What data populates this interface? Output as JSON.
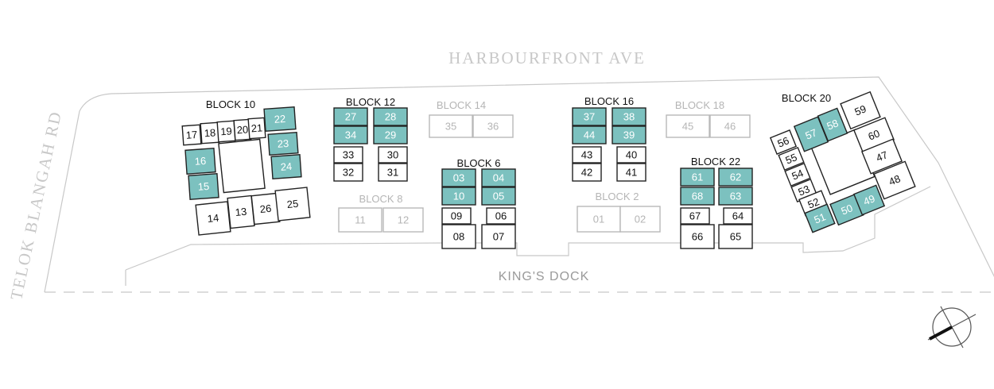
{
  "map": {
    "roads": {
      "north": "HARBOURFRONT AVE",
      "west": "TELOK BLANGAH RD",
      "south": "KING'S DOCK"
    },
    "colors": {
      "highlight": "#7cc1bf",
      "outline": "#222222",
      "faded": "#b8b8b8",
      "boundary": "#c8c8c8"
    },
    "compass_icon": "north-arrow-icon",
    "blocks": [
      {
        "id": "b10",
        "name": "BLOCK 10",
        "status": "active",
        "units": [
          {
            "label": "17",
            "hl": false
          },
          {
            "label": "18",
            "hl": false
          },
          {
            "label": "19",
            "hl": false
          },
          {
            "label": "20",
            "hl": false
          },
          {
            "label": "21",
            "hl": false
          },
          {
            "label": "22",
            "hl": true
          },
          {
            "label": "23",
            "hl": true
          },
          {
            "label": "24",
            "hl": true
          },
          {
            "label": "16",
            "hl": true
          },
          {
            "label": "15",
            "hl": true
          },
          {
            "label": "14",
            "hl": false
          },
          {
            "label": "13",
            "hl": false
          },
          {
            "label": "26",
            "hl": false
          },
          {
            "label": "25",
            "hl": false
          }
        ]
      },
      {
        "id": "b12",
        "name": "BLOCK 12",
        "status": "active",
        "units": [
          {
            "label": "27",
            "hl": true
          },
          {
            "label": "28",
            "hl": true
          },
          {
            "label": "34",
            "hl": true
          },
          {
            "label": "29",
            "hl": true
          },
          {
            "label": "33",
            "hl": false
          },
          {
            "label": "30",
            "hl": false
          },
          {
            "label": "32",
            "hl": false
          },
          {
            "label": "31",
            "hl": false
          }
        ]
      },
      {
        "id": "b14",
        "name": "BLOCK 14",
        "status": "faded",
        "units": [
          {
            "label": "35",
            "hl": false
          },
          {
            "label": "36",
            "hl": false
          }
        ]
      },
      {
        "id": "b8",
        "name": "BLOCK 8",
        "status": "faded",
        "units": [
          {
            "label": "11",
            "hl": false
          },
          {
            "label": "12",
            "hl": false
          }
        ]
      },
      {
        "id": "b6",
        "name": "BLOCK 6",
        "status": "active",
        "units": [
          {
            "label": "03",
            "hl": true
          },
          {
            "label": "04",
            "hl": true
          },
          {
            "label": "10",
            "hl": true
          },
          {
            "label": "05",
            "hl": true
          },
          {
            "label": "09",
            "hl": false
          },
          {
            "label": "06",
            "hl": false
          },
          {
            "label": "08",
            "hl": false
          },
          {
            "label": "07",
            "hl": false
          }
        ]
      },
      {
        "id": "b16",
        "name": "BLOCK 16",
        "status": "active",
        "units": [
          {
            "label": "37",
            "hl": true
          },
          {
            "label": "38",
            "hl": true
          },
          {
            "label": "44",
            "hl": true
          },
          {
            "label": "39",
            "hl": true
          },
          {
            "label": "43",
            "hl": false
          },
          {
            "label": "40",
            "hl": false
          },
          {
            "label": "42",
            "hl": false
          },
          {
            "label": "41",
            "hl": false
          }
        ]
      },
      {
        "id": "b18",
        "name": "BLOCK 18",
        "status": "faded",
        "units": [
          {
            "label": "45",
            "hl": false
          },
          {
            "label": "46",
            "hl": false
          }
        ]
      },
      {
        "id": "b2",
        "name": "BLOCK 2",
        "status": "faded",
        "units": [
          {
            "label": "01",
            "hl": false
          },
          {
            "label": "02",
            "hl": false
          }
        ]
      },
      {
        "id": "b22",
        "name": "BLOCK 22",
        "status": "active",
        "units": [
          {
            "label": "61",
            "hl": true
          },
          {
            "label": "62",
            "hl": true
          },
          {
            "label": "68",
            "hl": true
          },
          {
            "label": "63",
            "hl": true
          },
          {
            "label": "67",
            "hl": false
          },
          {
            "label": "64",
            "hl": false
          },
          {
            "label": "66",
            "hl": false
          },
          {
            "label": "65",
            "hl": false
          }
        ]
      },
      {
        "id": "b20",
        "name": "BLOCK 20",
        "status": "active",
        "units": [
          {
            "label": "59",
            "hl": false
          },
          {
            "label": "57",
            "hl": true
          },
          {
            "label": "58",
            "hl": true
          },
          {
            "label": "60",
            "hl": false
          },
          {
            "label": "56",
            "hl": false
          },
          {
            "label": "55",
            "hl": false
          },
          {
            "label": "47",
            "hl": false
          },
          {
            "label": "54",
            "hl": false
          },
          {
            "label": "53",
            "hl": false
          },
          {
            "label": "48",
            "hl": false
          },
          {
            "label": "52",
            "hl": false
          },
          {
            "label": "50",
            "hl": true
          },
          {
            "label": "49",
            "hl": true
          },
          {
            "label": "51",
            "hl": true
          }
        ]
      }
    ]
  }
}
